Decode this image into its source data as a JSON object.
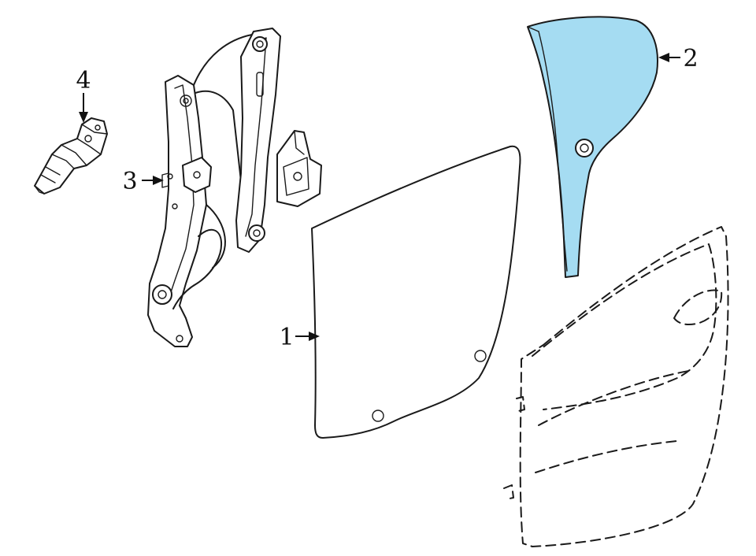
{
  "callouts": [
    {
      "id": "1",
      "label": "1"
    },
    {
      "id": "2",
      "label": "2"
    },
    {
      "id": "3",
      "label": "3"
    },
    {
      "id": "4",
      "label": "4"
    }
  ],
  "colors": {
    "highlight": "#a5dcf2",
    "line": "#1a1a1a",
    "background": "#ffffff"
  }
}
